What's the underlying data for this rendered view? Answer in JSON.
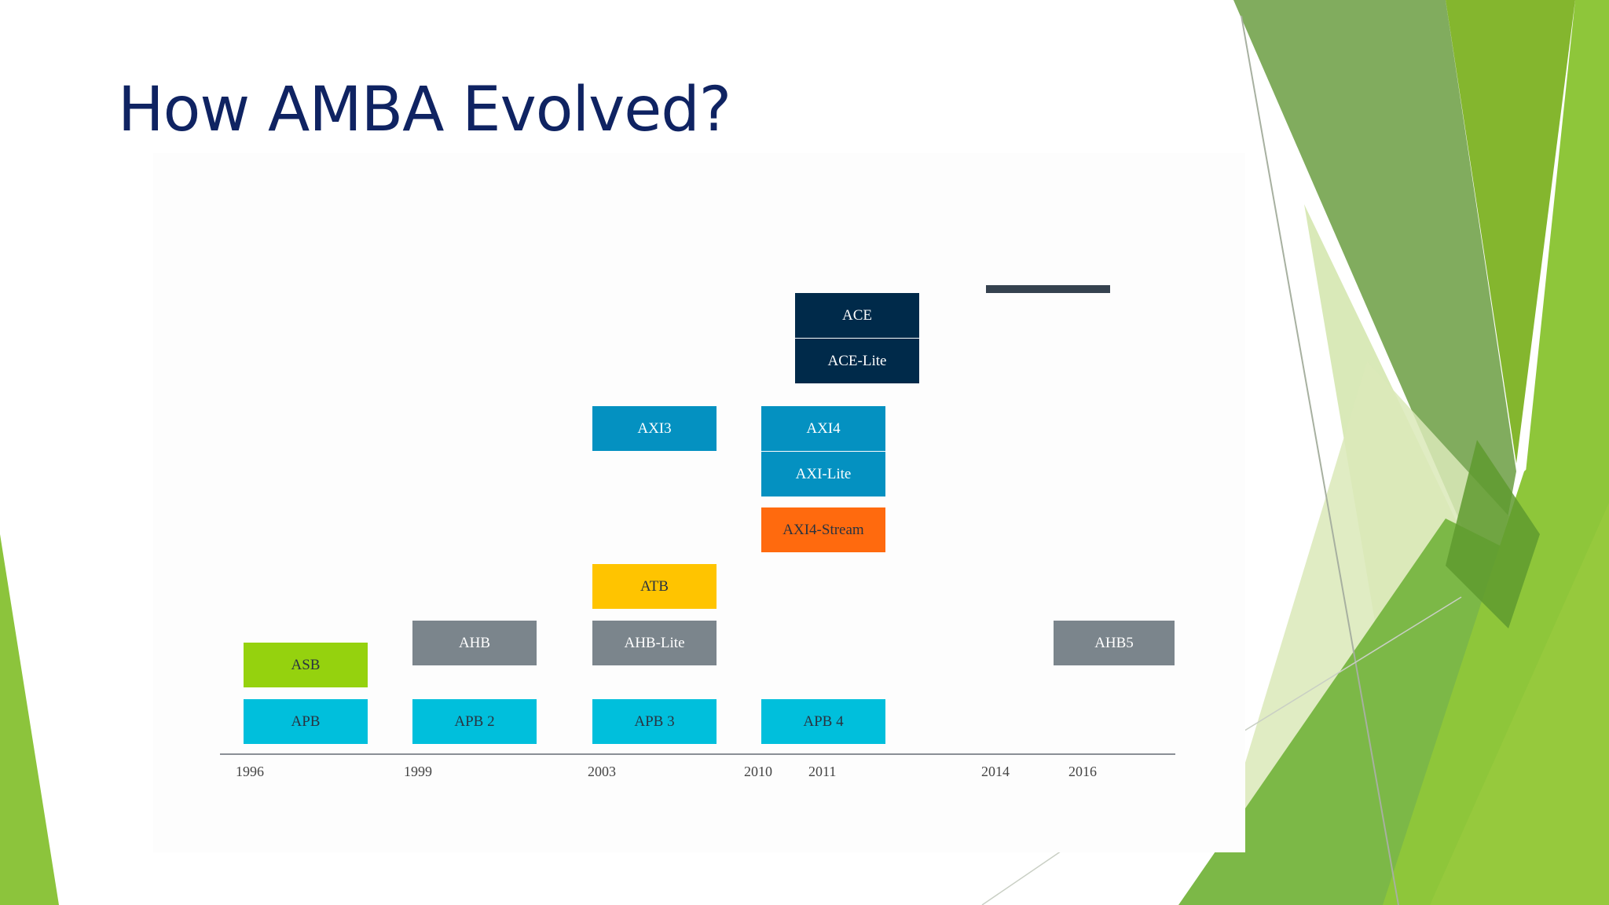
{
  "slide": {
    "title": "How AMBA Evolved?"
  },
  "colors": {
    "navy": "#002a4a",
    "blue": "#0491c1",
    "cyan": "#00bfdc",
    "gray": "#7b858c",
    "lime": "#95d20e",
    "yellow": "#ffc400",
    "orange": "#ff6a0e",
    "green_deco": "#8dbe3a"
  },
  "timeline": {
    "years": [
      "1996",
      "1999",
      "2003",
      "2010",
      "2011",
      "2014",
      "2016"
    ],
    "boxes": {
      "apb": "APB",
      "asb": "ASB",
      "apb2": "APB 2",
      "ahb": "AHB",
      "apb3": "APB 3",
      "ahb_lite": "AHB-Lite",
      "atb": "ATB",
      "axi3": "AXI3",
      "apb4": "APB 4",
      "axi4_stream": "AXI4-Stream",
      "axi_lite": "AXI-Lite",
      "axi4": "AXI4",
      "ace_lite": "ACE-Lite",
      "ace": "ACE",
      "ahb5": "AHB5"
    }
  }
}
